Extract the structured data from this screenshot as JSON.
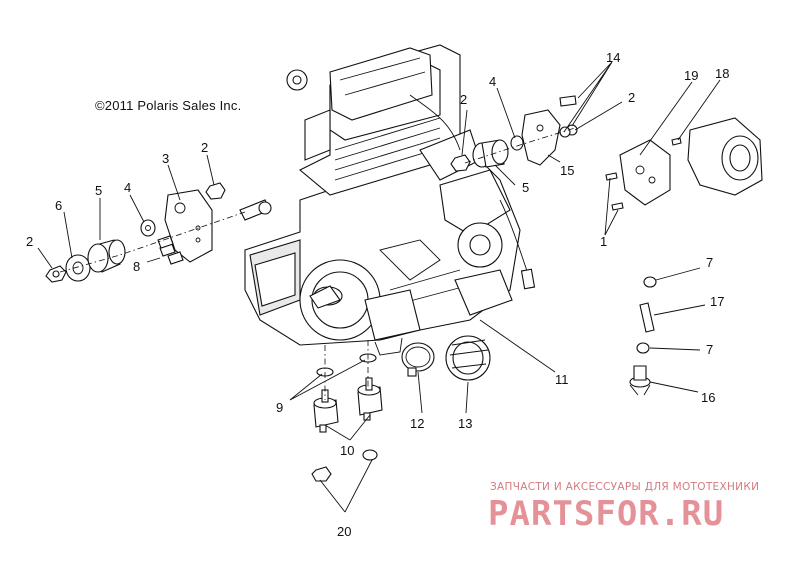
{
  "copyright": "©2011  Polaris Sales Inc.",
  "watermark": {
    "tagline": "ЗАПЧАСТИ И АКСЕССУАРЫ ДЛЯ МОТОТЕХНИКИ",
    "logo": "PARTSFOR.RU"
  },
  "callouts": [
    {
      "id": "c2a",
      "label": "2"
    },
    {
      "id": "c6",
      "label": "6"
    },
    {
      "id": "c5a",
      "label": "5"
    },
    {
      "id": "c4a",
      "label": "4"
    },
    {
      "id": "c3",
      "label": "3"
    },
    {
      "id": "c2b",
      "label": "2"
    },
    {
      "id": "c8",
      "label": "8"
    },
    {
      "id": "c2c",
      "label": "2"
    },
    {
      "id": "c4b",
      "label": "4"
    },
    {
      "id": "c14",
      "label": "14"
    },
    {
      "id": "c2d",
      "label": "2"
    },
    {
      "id": "c19",
      "label": "19"
    },
    {
      "id": "c18",
      "label": "18"
    },
    {
      "id": "c15",
      "label": "15"
    },
    {
      "id": "c5b",
      "label": "5"
    },
    {
      "id": "c1",
      "label": "1"
    },
    {
      "id": "c7a",
      "label": "7"
    },
    {
      "id": "c17",
      "label": "17"
    },
    {
      "id": "c7b",
      "label": "7"
    },
    {
      "id": "c16",
      "label": "16"
    },
    {
      "id": "c11",
      "label": "11"
    },
    {
      "id": "c9",
      "label": "9"
    },
    {
      "id": "c10",
      "label": "10"
    },
    {
      "id": "c12",
      "label": "12"
    },
    {
      "id": "c13",
      "label": "13"
    },
    {
      "id": "c20",
      "label": "20"
    }
  ],
  "colors": {
    "line": "#111111",
    "fill": "#ffffff",
    "watermark": "#e07f86"
  }
}
